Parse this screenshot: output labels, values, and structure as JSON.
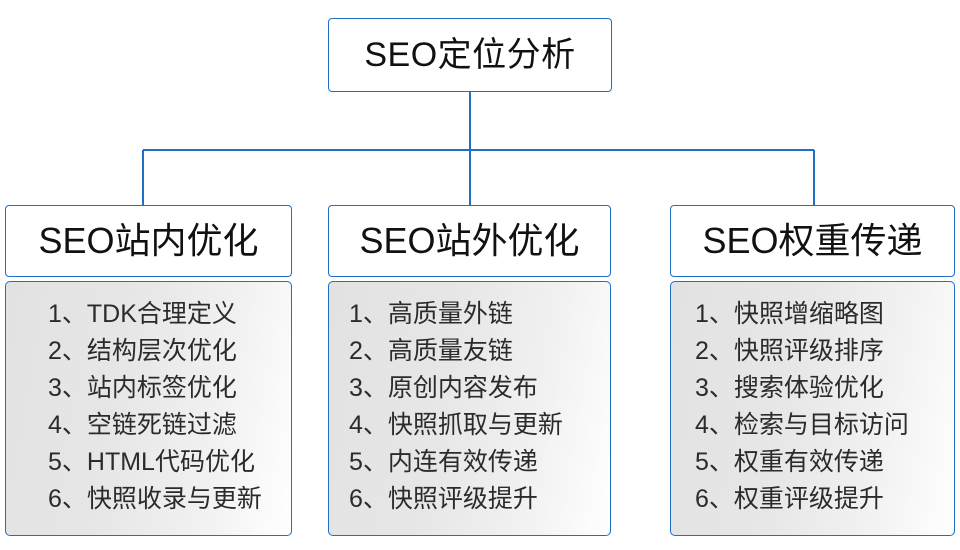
{
  "diagram": {
    "type": "tree-hierarchy",
    "root": {
      "label": "SEO定位分析"
    },
    "accent_color": "#1f6fc4",
    "text_color": "#111111",
    "body_text_color": "#2b2b2b",
    "branches": [
      {
        "title": "SEO站内优化",
        "items": [
          "1、TDK合理定义",
          "2、结构层次优化",
          "3、站内标签优化",
          "4、空链死链过滤",
          "5、HTML代码优化",
          "6、快照收录与更新"
        ]
      },
      {
        "title": "SEO站外优化",
        "items": [
          "1、高质量外链",
          "2、高质量友链",
          "3、原创内容发布",
          "4、快照抓取与更新",
          "5、内连有效传递",
          "6、快照评级提升"
        ]
      },
      {
        "title": "SEO权重传递",
        "items": [
          "1、快照增缩略图",
          "2、快照评级排序",
          "3、搜索体验优化",
          "4、检索与目标访问",
          "5、权重有效传递",
          "6、权重评级提升"
        ]
      }
    ]
  }
}
